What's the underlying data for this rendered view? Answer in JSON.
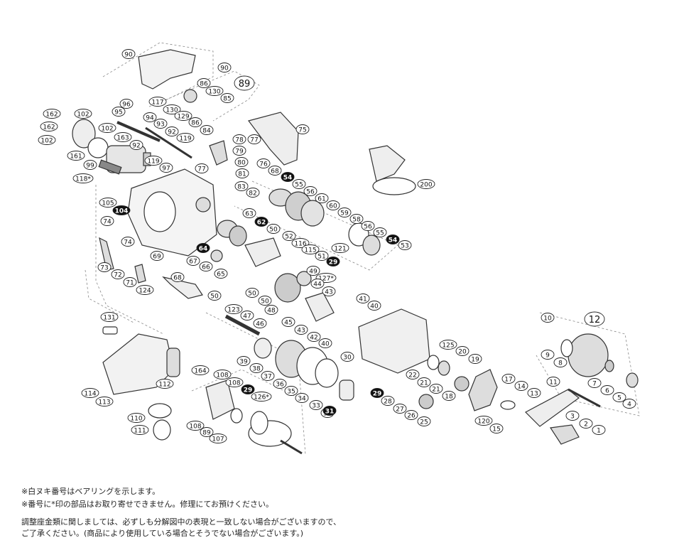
{
  "callouts": [
    {
      "label": "90",
      "filled": false,
      "group": true
    },
    {
      "label": "90",
      "filled": false
    },
    {
      "label": "89",
      "filled": false,
      "big": true
    },
    {
      "label": "86",
      "filled": false
    },
    {
      "label": "130",
      "filled": false
    },
    {
      "label": "85",
      "filled": false
    },
    {
      "label": "117",
      "filled": false
    },
    {
      "label": "130",
      "filled": false
    },
    {
      "label": "129",
      "filled": false
    },
    {
      "label": "86",
      "filled": false
    },
    {
      "label": "84",
      "filled": false
    },
    {
      "label": "96",
      "filled": false
    },
    {
      "label": "95",
      "filled": false
    },
    {
      "label": "94",
      "filled": false
    },
    {
      "label": "93",
      "filled": false
    },
    {
      "label": "92",
      "filled": false
    },
    {
      "label": "119",
      "filled": false
    },
    {
      "label": "163",
      "filled": false
    },
    {
      "label": "92",
      "filled": false
    },
    {
      "label": "119",
      "filled": false
    },
    {
      "label": "97",
      "filled": false
    },
    {
      "label": "162",
      "filled": false
    },
    {
      "label": "102",
      "filled": false
    },
    {
      "label": "162",
      "filled": false
    },
    {
      "label": "102",
      "filled": false
    },
    {
      "label": "102",
      "filled": false
    },
    {
      "label": "161",
      "filled": false
    },
    {
      "label": "99",
      "filled": false
    },
    {
      "label": "118*",
      "filled": false
    },
    {
      "label": "78",
      "filled": false
    },
    {
      "label": "77",
      "filled": false
    },
    {
      "label": "79",
      "filled": false
    },
    {
      "label": "80",
      "filled": false
    },
    {
      "label": "77",
      "filled": false
    },
    {
      "label": "81",
      "filled": false
    },
    {
      "label": "83",
      "filled": false
    },
    {
      "label": "82",
      "filled": false
    },
    {
      "label": "75",
      "filled": false
    },
    {
      "label": "76",
      "filled": false
    },
    {
      "label": "68",
      "filled": false
    },
    {
      "label": "54",
      "filled": true
    },
    {
      "label": "55",
      "filled": false
    },
    {
      "label": "56",
      "filled": false
    },
    {
      "label": "61",
      "filled": false
    },
    {
      "label": "60",
      "filled": false
    },
    {
      "label": "59",
      "filled": false
    },
    {
      "label": "58",
      "filled": false
    },
    {
      "label": "56",
      "filled": false
    },
    {
      "label": "55",
      "filled": false
    },
    {
      "label": "54",
      "filled": true
    },
    {
      "label": "53",
      "filled": false
    },
    {
      "label": "121",
      "filled": false
    },
    {
      "label": "200",
      "filled": false
    },
    {
      "label": "105",
      "filled": false
    },
    {
      "label": "104",
      "filled": true
    },
    {
      "label": "74",
      "filled": false
    },
    {
      "label": "74",
      "filled": false
    },
    {
      "label": "63",
      "filled": false
    },
    {
      "label": "62",
      "filled": true
    },
    {
      "label": "50",
      "filled": false
    },
    {
      "label": "52",
      "filled": false
    },
    {
      "label": "116",
      "filled": false
    },
    {
      "label": "115",
      "filled": false
    },
    {
      "label": "51",
      "filled": false
    },
    {
      "label": "29",
      "filled": true
    },
    {
      "label": "64",
      "filled": true
    },
    {
      "label": "69",
      "filled": false
    },
    {
      "label": "67",
      "filled": false
    },
    {
      "label": "66",
      "filled": false
    },
    {
      "label": "65",
      "filled": false
    },
    {
      "label": "49",
      "filled": false
    },
    {
      "label": "127*",
      "filled": false
    },
    {
      "label": "73",
      "filled": false
    },
    {
      "label": "72",
      "filled": false
    },
    {
      "label": "71",
      "filled": false
    },
    {
      "label": "68",
      "filled": false
    },
    {
      "label": "124",
      "filled": false
    },
    {
      "label": "50",
      "filled": false
    },
    {
      "label": "50",
      "filled": false
    },
    {
      "label": "50",
      "filled": false
    },
    {
      "label": "44",
      "filled": false
    },
    {
      "label": "43",
      "filled": false
    },
    {
      "label": "41",
      "filled": false
    },
    {
      "label": "40",
      "filled": false
    },
    {
      "label": "123",
      "filled": false
    },
    {
      "label": "47",
      "filled": false
    },
    {
      "label": "48",
      "filled": false
    },
    {
      "label": "46",
      "filled": false
    },
    {
      "label": "45",
      "filled": false
    },
    {
      "label": "43",
      "filled": false
    },
    {
      "label": "42",
      "filled": false
    },
    {
      "label": "40",
      "filled": false
    },
    {
      "label": "131",
      "filled": false
    },
    {
      "label": "39",
      "filled": false
    },
    {
      "label": "30",
      "filled": false
    },
    {
      "label": "38",
      "filled": false
    },
    {
      "label": "37",
      "filled": false
    },
    {
      "label": "36",
      "filled": false
    },
    {
      "label": "35",
      "filled": false
    },
    {
      "label": "34",
      "filled": false
    },
    {
      "label": "33",
      "filled": false
    },
    {
      "label": "32",
      "filled": false
    },
    {
      "label": "31",
      "filled": true
    },
    {
      "label": "125",
      "filled": false
    },
    {
      "label": "20",
      "filled": false
    },
    {
      "label": "19",
      "filled": false
    },
    {
      "label": "22",
      "filled": false
    },
    {
      "label": "21",
      "filled": false
    },
    {
      "label": "21",
      "filled": false
    },
    {
      "label": "18",
      "filled": false
    },
    {
      "label": "29",
      "filled": true
    },
    {
      "label": "28",
      "filled": false
    },
    {
      "label": "27",
      "filled": false
    },
    {
      "label": "26",
      "filled": false
    },
    {
      "label": "25",
      "filled": false
    },
    {
      "label": "17",
      "filled": false
    },
    {
      "label": "14",
      "filled": false
    },
    {
      "label": "13",
      "filled": false
    },
    {
      "label": "120",
      "filled": false
    },
    {
      "label": "15",
      "filled": false
    },
    {
      "label": "10",
      "filled": false
    },
    {
      "label": "12",
      "filled": false,
      "big": true
    },
    {
      "label": "9",
      "filled": false
    },
    {
      "label": "8",
      "filled": false
    },
    {
      "label": "11",
      "filled": false
    },
    {
      "label": "7",
      "filled": false
    },
    {
      "label": "6",
      "filled": false
    },
    {
      "label": "5",
      "filled": false
    },
    {
      "label": "4",
      "filled": false
    },
    {
      "label": "3",
      "filled": false
    },
    {
      "label": "2",
      "filled": false
    },
    {
      "label": "1",
      "filled": false
    },
    {
      "label": "114",
      "filled": false
    },
    {
      "label": "113",
      "filled": false
    },
    {
      "label": "112",
      "filled": false
    },
    {
      "label": "110",
      "filled": false
    },
    {
      "label": "111",
      "filled": false
    },
    {
      "label": "164",
      "filled": false
    },
    {
      "label": "108",
      "filled": false
    },
    {
      "label": "108",
      "filled": false
    },
    {
      "label": "29",
      "filled": true
    },
    {
      "label": "126*",
      "filled": false
    },
    {
      "label": "108",
      "filled": false
    },
    {
      "label": "89",
      "filled": false
    },
    {
      "label": "107",
      "filled": false
    }
  ],
  "notes": {
    "line1": "※白ヌキ番号はベアリングを示します。",
    "line2": "※番号に*印の部品はお取り寄せできません。修理にてお預けください。",
    "line3": "調整座金類に関しましては、必ずしも分解図中の表現と一致しない場合がございますので、",
    "line4": "ご了承ください。(商品により使用している場合とそうでない場合がございます。)"
  }
}
